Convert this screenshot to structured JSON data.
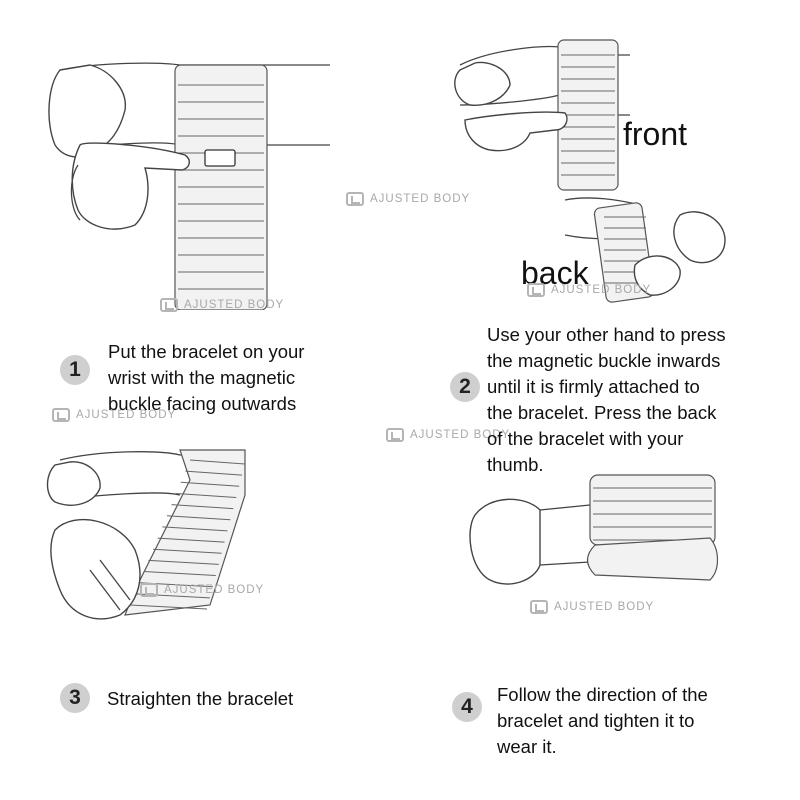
{
  "watermark": {
    "text": "AJUSTED BODY"
  },
  "steps": [
    {
      "number": "1",
      "text": "Put the bracelet on your\nwrist with the magnetic\nbuckle facing outwards"
    },
    {
      "number": "2",
      "text": "Use your other hand to press\nthe magnetic buckle inwards\nuntil it is firmly attached to\nthe bracelet. Press the back\nof the bracelet with your\nthumb."
    },
    {
      "number": "3",
      "text": "Straighten the bracelet"
    },
    {
      "number": "4",
      "text": "Follow the direction of the\nbracelet and tighten it to\nwear it."
    }
  ],
  "labels": {
    "front": "front",
    "back": "back"
  },
  "colors": {
    "badge": "#cfcfcf",
    "watermark": "#a8a8a8",
    "line": "#444444"
  }
}
